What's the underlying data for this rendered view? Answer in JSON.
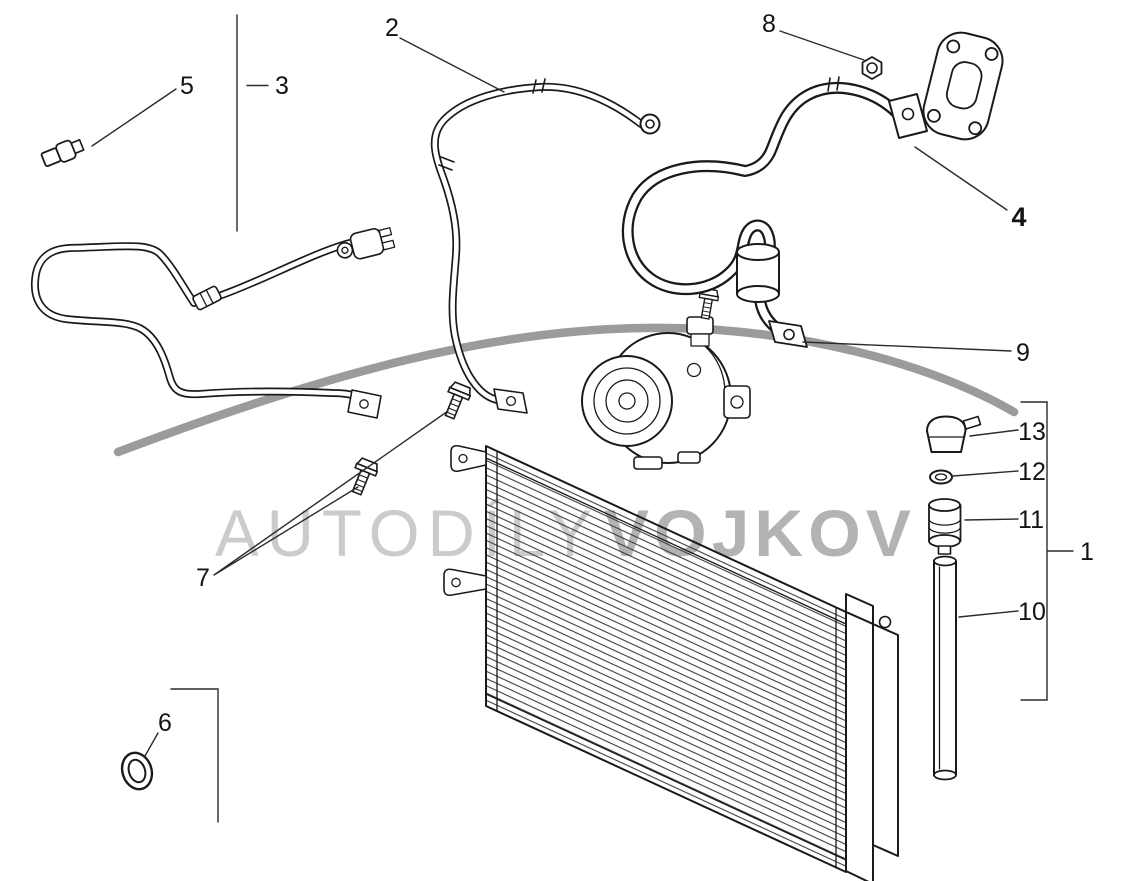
{
  "page": {
    "background": "#ffffff",
    "kind": "exploded-parts-diagram",
    "subject": "air-conditioning-system"
  },
  "watermark": {
    "word1": "AUTODÍLY",
    "word2": "VOJKOV",
    "color_word1": "#cbcbcb",
    "color_word2": "#b3b3b3",
    "swoosh_color": "#9b9b9b"
  },
  "callouts": {
    "n1": "1",
    "n2": "2",
    "n3": "3",
    "n4": "4",
    "n5": "5",
    "n6": "6",
    "n7": "7",
    "n8": "8",
    "n9": "9",
    "n10": "10",
    "n11": "11",
    "n12": "12",
    "n13": "13"
  },
  "line_color": "#1a1a1a"
}
